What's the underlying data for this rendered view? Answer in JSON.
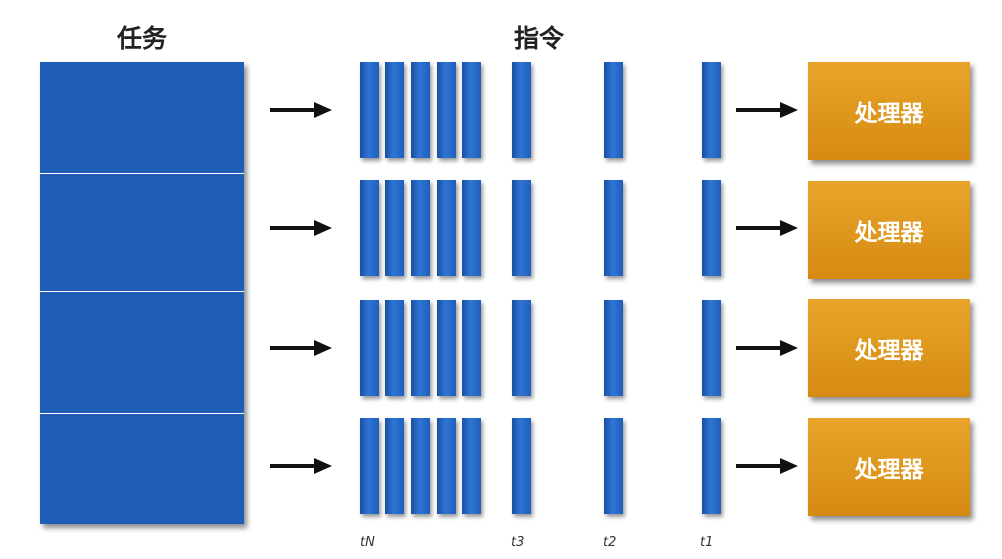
{
  "headings": {
    "tasks": "任务",
    "instructions": "指令"
  },
  "processor_label": "处理器",
  "time_labels": [
    "tN",
    "t3",
    "t2",
    "t1"
  ],
  "rows": 4,
  "colors": {
    "task_blue": "#1e5eb7",
    "processor_orange": "#e09a1f",
    "arrow": "#111111"
  }
}
